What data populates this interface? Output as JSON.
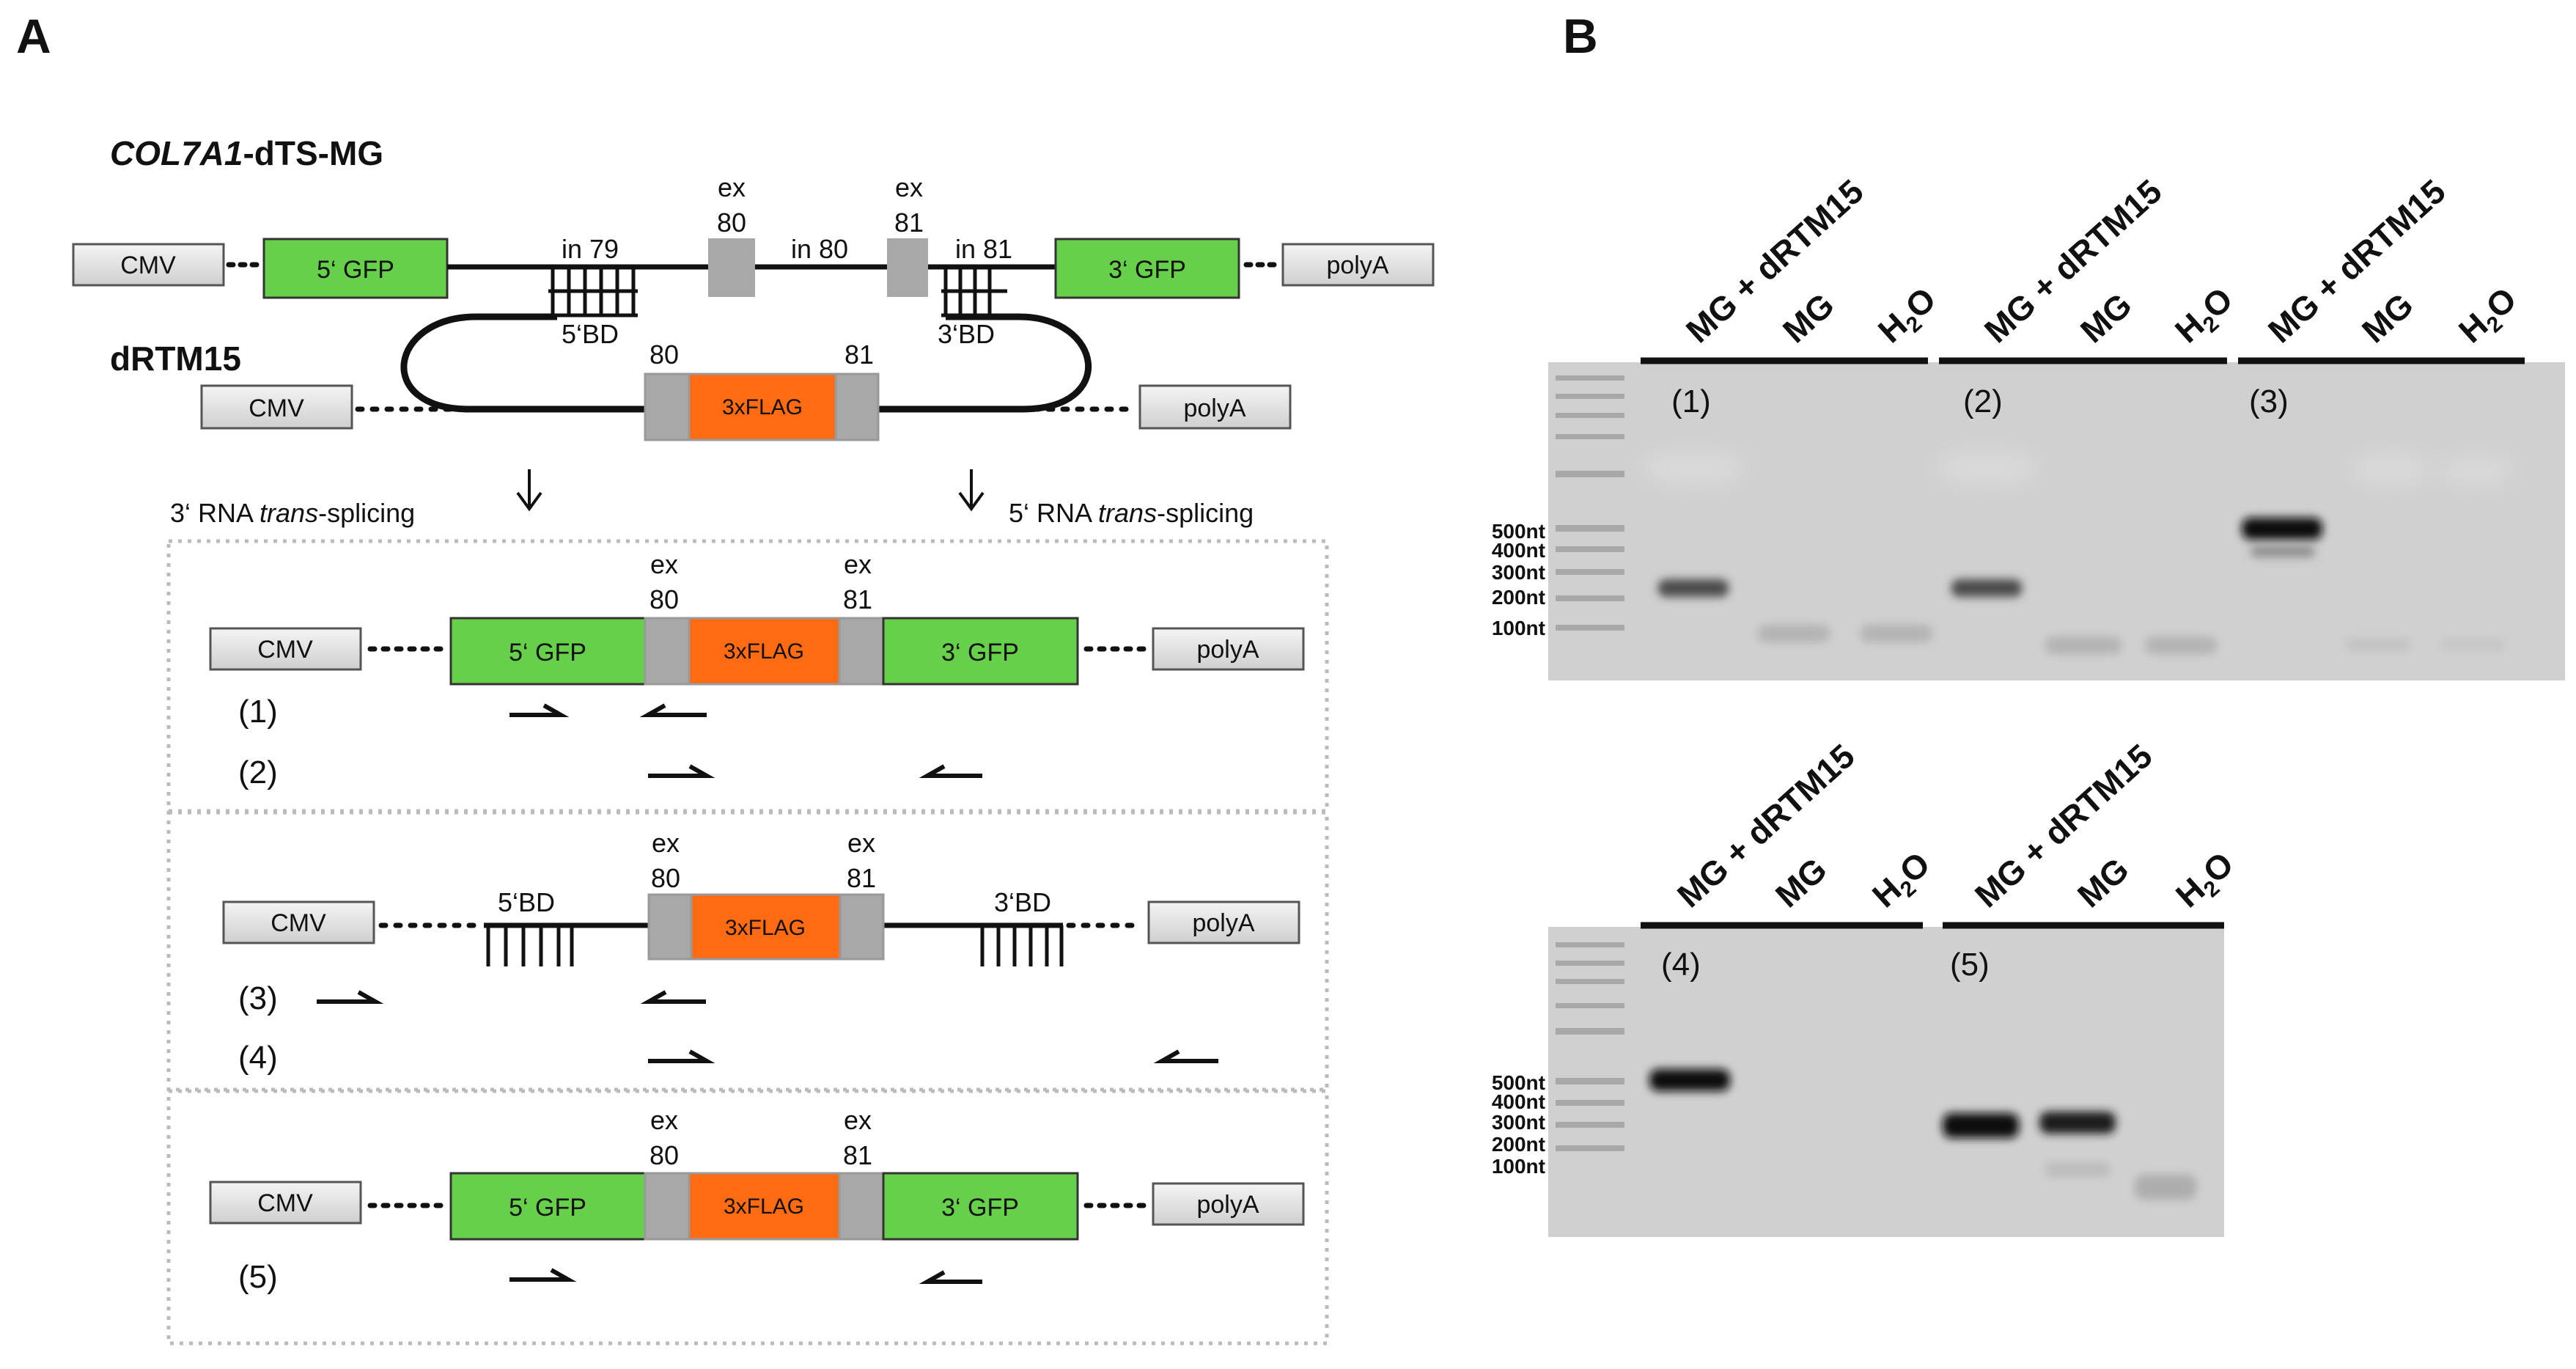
{
  "panels": {
    "a": "A",
    "b": "B"
  },
  "construct": {
    "title": "COL7A1",
    "title_suffix": "-dTS-MG",
    "cmv": "CMV",
    "gfp5": "5‘ GFP",
    "gfp3": "3‘ GFP",
    "polya": "polyA",
    "in79": "in 79",
    "in80": "in 80",
    "in81": "in 81",
    "ex": "ex",
    "n80": "80",
    "n81": "81",
    "bd5": "5‘BD",
    "bd3": "3‘BD"
  },
  "rtm": {
    "title": "dRTM15",
    "flag": "3xFLAG",
    "n80": "80",
    "n81": "81"
  },
  "splicing": {
    "left_a": "3‘ RNA ",
    "left_b": "trans",
    "left_c": "-splicing",
    "right_a": "5‘ RNA ",
    "right_b": "trans",
    "right_c": "-splicing"
  },
  "products": {
    "p1": "(1)",
    "p2": "(2)",
    "p3": "(3)",
    "p4": "(4)",
    "p5": "(5)",
    "bd5": "5‘BD",
    "bd3": "3‘BD"
  },
  "gel": {
    "lanes": {
      "mix": "MG + dRTM15",
      "mg": "MG",
      "h2o_h": "H",
      "h2o_sub": "2",
      "h2o_o": "O"
    },
    "markers": [
      "500nt",
      "400nt",
      "300nt",
      "200nt",
      "100nt"
    ],
    "gel_labels": [
      "(1)",
      "(2)",
      "(3)",
      "(4)",
      "(5)"
    ]
  },
  "colors": {
    "gfp": "#66D04A",
    "flag": "#FF6B12",
    "grey_box": "#A8A8A8",
    "gel": "#D0D0D0"
  }
}
